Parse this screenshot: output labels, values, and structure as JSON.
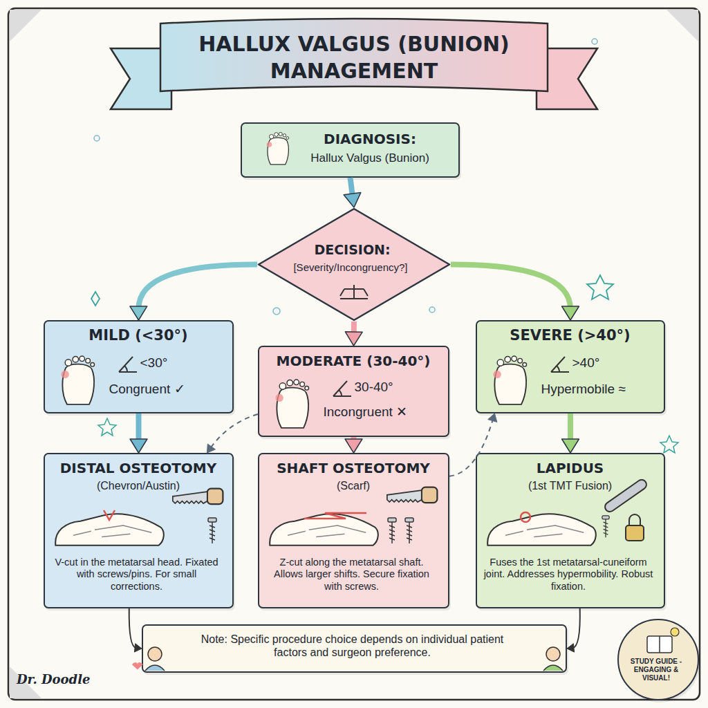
{
  "diagram": {
    "title": "HALLUX VALGUS (BUNION) MANAGEMENT",
    "nodes": [
      {
        "text": [
          "DIAGNOSIS:",
          "Hallux Valgus (Bunion)"
        ]
      },
      {
        "text": [
          "DECISION:",
          "[Severity/Incongruency?]"
        ]
      },
      {
        "text": [
          "MILD (<30°)",
          "<30°",
          "Congruent ✓"
        ]
      },
      {
        "text": [
          "MODERATE (30-40°)",
          "30-40°",
          "Incongruent ✕"
        ]
      },
      {
        "text": [
          "SEVERE (>40°)",
          ">40°",
          "Hypermobile ≈"
        ]
      },
      {
        "text": [
          "DISTAL OSTEOTOMY",
          "(Chevron/Austin)",
          "V-cut in the metatarsal head. Fixated with screws/pins. For small corrections."
        ]
      },
      {
        "text": [
          "SHAFT OSTEOTOMY",
          "(Scarf)",
          "Z-cut along the metatarsal shaft. Allows larger shifts. Secure fixation with screws."
        ]
      },
      {
        "text": [
          "LAPIDUS",
          "(1st TMT Fusion)",
          "Fuses the 1st metatarsal-cuneiform joint. Addresses hypermobility. Robust fixation."
        ]
      },
      {
        "text": [
          "Note: Specific procedure choice depends on individual patient factors and surgeon preference."
        ]
      },
      {
        "text": [
          "STUDY GUIDE - ENGAGING & VISUAL!"
        ]
      }
    ],
    "edges": [
      {
        "from": 0,
        "to": 1,
        "arrow": "to"
      },
      {
        "from": 1,
        "to": 2,
        "arrow": "to"
      },
      {
        "from": 1,
        "to": 3,
        "arrow": "to"
      },
      {
        "from": 1,
        "to": 4,
        "arrow": "to"
      },
      {
        "from": 2,
        "to": 5,
        "arrow": "to"
      },
      {
        "from": 3,
        "to": 6,
        "arrow": "to"
      },
      {
        "from": 4,
        "to": 7,
        "arrow": "to"
      },
      {
        "from": 3,
        "to": 5,
        "arrow": "to"
      },
      {
        "from": 6,
        "to": 4,
        "arrow": "to"
      },
      {
        "from": 5,
        "to": 8,
        "arrow": "to"
      },
      {
        "from": 7,
        "to": 8,
        "arrow": "to"
      }
    ],
    "labels": [
      "Dr. Doodle"
    ]
  }
}
